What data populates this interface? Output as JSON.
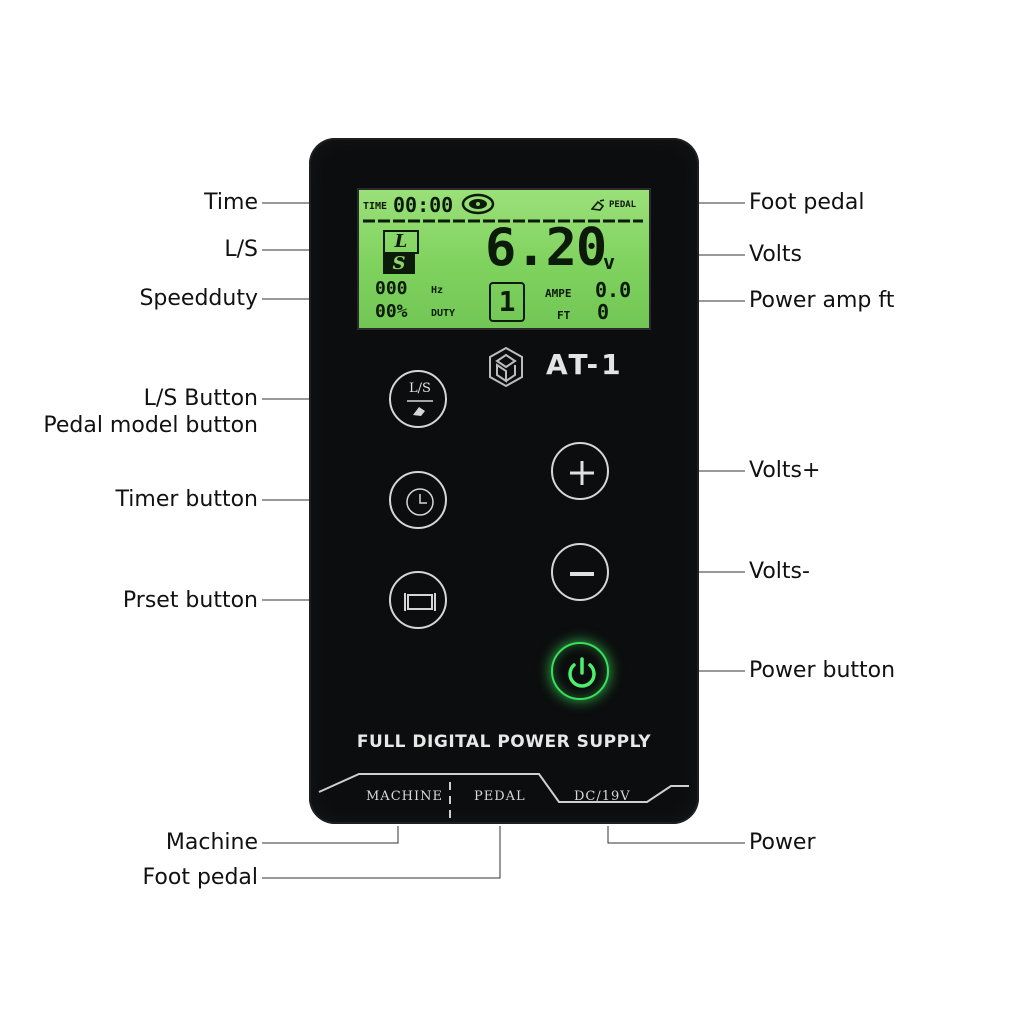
{
  "callouts": {
    "time": "Time",
    "ls": "L/S",
    "speedduty": "Speedduty",
    "ls_button_line1": "L/S Button",
    "ls_button_line2": "Pedal model button",
    "timer_button": "Timer button",
    "preset_button": "Prset button",
    "machine": "Machine",
    "foot_pedal_port": "Foot pedal",
    "foot_pedal": "Foot pedal",
    "volts": "Volts",
    "power_amp_ft": "Power amp ft",
    "volts_plus": "Volts+",
    "volts_minus": "Volts-",
    "power_button": "Power button",
    "power": "Power"
  },
  "display": {
    "time_label": "TIME",
    "time_value": "00:00",
    "pedal_label": "PEDAL",
    "mode_l": "L",
    "mode_s": "S",
    "voltage": "6.20",
    "voltage_unit": "v",
    "speed_value": "000",
    "speed_unit": "Hz",
    "duty_value": "00%",
    "duty_label": "DUTY",
    "preset_number": "1",
    "ampe_label": "AMPE",
    "ampe_value": "0.0",
    "ft_label": "FT",
    "ft_value": "0"
  },
  "device": {
    "model": "AT-1",
    "tagline": "FULL DIGITAL POWER SUPPLY",
    "ports": {
      "machine": "MACHINE",
      "pedal": "PEDAL",
      "dc": "DC/19V"
    },
    "ls_button_top": "L/S"
  },
  "colors": {
    "lcd_green": "#8ed36b",
    "power_glow": "#39e05a",
    "body": "#0c0d0e"
  },
  "icons": [
    "mode-toggle-icon",
    "clock-icon",
    "preset-icon",
    "plus-icon",
    "minus-icon",
    "power-icon",
    "brand-logo-icon",
    "pedal-icon",
    "fan-icon"
  ]
}
